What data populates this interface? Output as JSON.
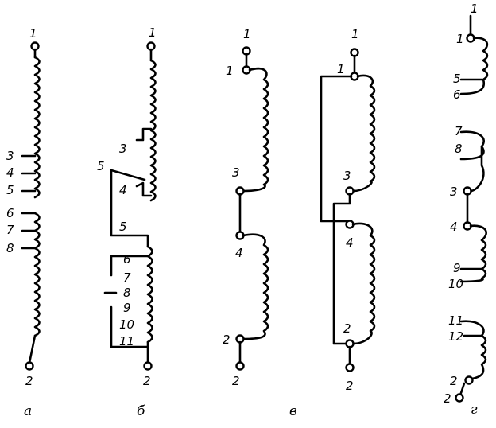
{
  "panels": [
    {
      "caption": "а",
      "labels": [
        "1",
        "3",
        "4",
        "5",
        "6",
        "7",
        "8",
        "2"
      ]
    },
    {
      "caption": "б",
      "labels": [
        "1",
        "3",
        "5",
        "4",
        "5",
        "6",
        "7",
        "8",
        "9",
        "10",
        "11",
        "2"
      ]
    },
    {
      "caption": "в",
      "labels": [
        "1",
        "1",
        "3",
        "4",
        "2",
        "2",
        "1",
        "1",
        "3",
        "4",
        "2",
        "2"
      ]
    },
    {
      "caption": "г",
      "labels": [
        "1",
        "1",
        "5",
        "6",
        "7",
        "8",
        "3",
        "4",
        "9",
        "10",
        "11",
        "12",
        "2",
        "2"
      ]
    }
  ]
}
